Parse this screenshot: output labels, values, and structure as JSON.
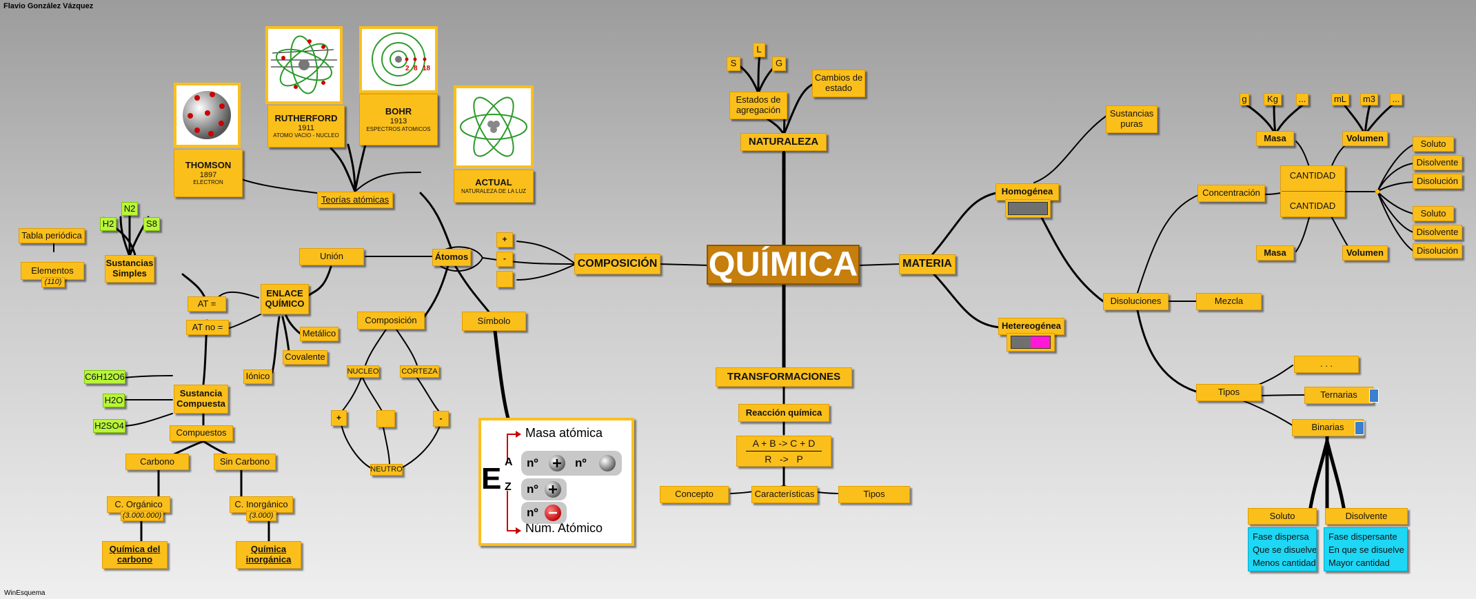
{
  "author": "Flavio González Vázquez",
  "app_name": "WinEsquema",
  "center": "QUÍMICA",
  "composicion": {
    "title": "COMPOSICIÓN",
    "signs": [
      "+",
      "-",
      ""
    ],
    "atomos": "Átomos",
    "union": "Unión",
    "teorias": "Teorías atómicas",
    "composicion": "Composición",
    "simbolo": "Símbolo",
    "nucleo": "NUCLEO",
    "corteza": "CORTEZA",
    "neutro": "NEUTRO",
    "charges": [
      "+",
      "",
      "-"
    ]
  },
  "models": [
    {
      "name": "THOMSON",
      "year": "1897",
      "note": "ELECTRON"
    },
    {
      "name": "RUTHERFORD",
      "year": "1911",
      "note": "ATOMO VACIO - NUCLEO"
    },
    {
      "name": "BOHR",
      "year": "1913",
      "note": "ESPECTROS ATOMICOS"
    },
    {
      "name": "ACTUAL",
      "year": "",
      "note": "NATURALEZA DE LA LUZ"
    }
  ],
  "bohr_shells": [
    "2",
    "8",
    "18"
  ],
  "enlace": {
    "title": "ENLACE QUÍMICO",
    "title_lines": [
      "ENLACE",
      "QUÍMICO"
    ],
    "at_eq": "AT =",
    "at_no": "AT no =",
    "metalico": "Metálico",
    "covalente": "Covalente",
    "ionico": "Iónico"
  },
  "simples": {
    "title_lines": [
      "Sustancias",
      "Simples"
    ],
    "tabla": "Tabla periódica",
    "elementos": "Elementos",
    "elementos_count": "(110)",
    "molecules": [
      "H2",
      "N2",
      "S8"
    ]
  },
  "compuesta": {
    "title_lines": [
      "Sustancia",
      "Compuesta"
    ],
    "molecules": [
      "C6H12O6",
      "H2O",
      "H2SO4"
    ],
    "compuestos": "Compuestos",
    "carbono": "Carbono",
    "sin_carbono": "Sin Carbono",
    "organico": "C. Orgánico",
    "organico_count": "(3.000.000)",
    "inorganico": "C. Inorgánico",
    "inorganico_count": "(3.000)",
    "qc_lines": [
      "Química del",
      "carbono"
    ],
    "qi_lines": [
      "Química",
      "inorgánica"
    ]
  },
  "symbol_box": {
    "letter": "E",
    "a": "A",
    "z": "Z",
    "masa": "Masa atómica",
    "num": "Núm. Atómico",
    "n": "nº"
  },
  "naturaleza": {
    "title": "NATURALEZA",
    "estados_lines": [
      "Estados de",
      "agregación"
    ],
    "states": [
      "S",
      "L",
      "G"
    ],
    "cambios_lines": [
      "Cambios de",
      "estado"
    ]
  },
  "transformaciones": {
    "title": "TRANSFORMACIONES",
    "reaccion": "Reacción química",
    "equation_top": "A + B -> C + D",
    "equation_bottom": "R   ->   P",
    "concepto": "Concepto",
    "caracteristicas": "Características",
    "tipos": "Tipos"
  },
  "materia": {
    "title": "MATERIA",
    "homogenea": "Homogénea",
    "heterogenea": "Hetereogénea",
    "sustancias_puras_lines": [
      "Sustancias",
      "puras"
    ],
    "disoluciones": "Disoluciones",
    "mezcla": "Mezcla",
    "concentracion": "Concentración",
    "cantidad_top": "CANTIDAD",
    "cantidad_bottom": "CANTIDAD",
    "masa": "Masa",
    "volumen": "Volumen",
    "mass_units": [
      "g",
      "Kg",
      "..."
    ],
    "vol_units": [
      "mL",
      "m3",
      "..."
    ],
    "top_options": [
      "Soluto",
      "Disolvente",
      "Disolución"
    ],
    "bottom_options": [
      "Soluto",
      "Disolvente",
      "Disolución"
    ],
    "tipos": "Tipos",
    "dots": ". . .",
    "ternarias": "Ternarias",
    "binarias": "Binarias",
    "soluto": "Soluto",
    "disolvente": "Disolvente",
    "soluto_props": [
      "Fase dispersa",
      "Que se disuelve",
      "Menos cantidad"
    ],
    "disolvente_props": [
      "Fase dispersante",
      "En que se disuelve",
      "Mayor cantidad"
    ]
  },
  "colors": {
    "node": "#fbbf1c",
    "center": "#c67e0c",
    "green": "#b9f53a",
    "cyan": "#1ed7f4",
    "homogenea_bar": "#707070",
    "heterogenea_bar_a": "#707070",
    "heterogenea_bar_b": "#ff19d6"
  }
}
